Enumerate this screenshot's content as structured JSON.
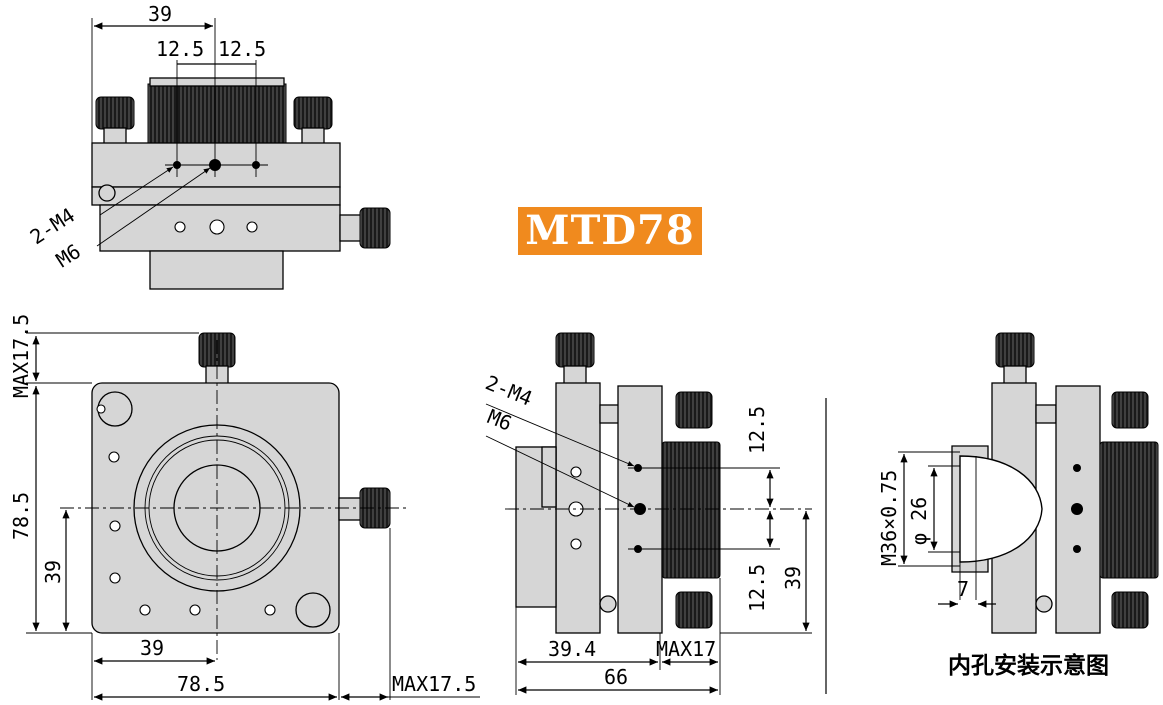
{
  "model": "MTD78",
  "caption": "内孔安装示意图",
  "top_view": {
    "overall_width": "39",
    "half_left": "12.5",
    "half_right": "12.5",
    "thread_small": "2-M4",
    "thread_large": "M6"
  },
  "front_view": {
    "top_max": "MAX17.5",
    "height": "78.5",
    "center_height": "39",
    "center_width": "39",
    "width": "78.5",
    "right_max": "MAX17.5"
  },
  "side_view": {
    "thread_small": "2-M4",
    "thread_large": "M6",
    "pitch_top": "12.5",
    "pitch_bottom": "12.5",
    "center_height": "39",
    "base_depth": "39.4",
    "knob_max": "MAX17",
    "overall_depth": "66"
  },
  "install_view": {
    "thread_spec": "M36×0.75",
    "bore_diameter": "φ 26",
    "lip_depth": "7"
  }
}
